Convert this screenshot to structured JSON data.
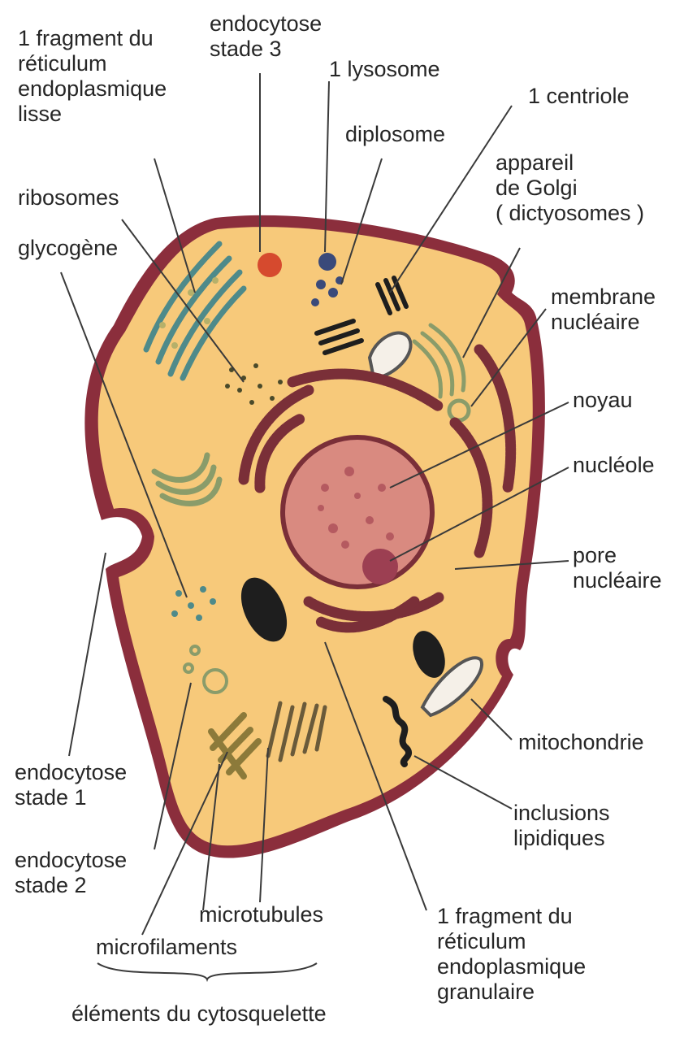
{
  "labels": {
    "rel_lisse": "1 fragment du\nréticulum\nendoplasmique\nlisse",
    "endo3": "endocytose\nstade 3",
    "lysosome": "1 lysosome",
    "centriole": "1 centriole",
    "diplosome": "diplosome",
    "golgi": "appareil\nde Golgi\n( dictyosomes )",
    "ribosomes": "ribosomes",
    "glycogene": "glycogène",
    "membrane_nucleaire": "membrane\nnucléaire",
    "noyau": "noyau",
    "nucleole": "nucléole",
    "pore": "pore\nnucléaire",
    "mitochondrie": "mitochondrie",
    "inclusions": "inclusions\nlipidiques",
    "endo1": "endocytose\nstade 1",
    "endo2": "endocytose\nstade 2",
    "microtubules": "microtubules",
    "microfilaments": "microfilaments",
    "rel_granulaire": "1 fragment du\nréticulum\nendoplasmique\ngranulaire",
    "cytosquelette": "éléments du cytosquelette"
  },
  "colors": {
    "cytoplasm": "#f7c97a",
    "membrane": "#8b2e3c",
    "nucleus": "#d98a80",
    "nucleolus": "#9c3f52",
    "rer": "#7a2f38",
    "ser": "#4e8a8a",
    "golgi": "#8a9c6a",
    "lysosome": "#d64a2e",
    "mito": "#1e1e1e",
    "line": "#3a3a3a"
  }
}
